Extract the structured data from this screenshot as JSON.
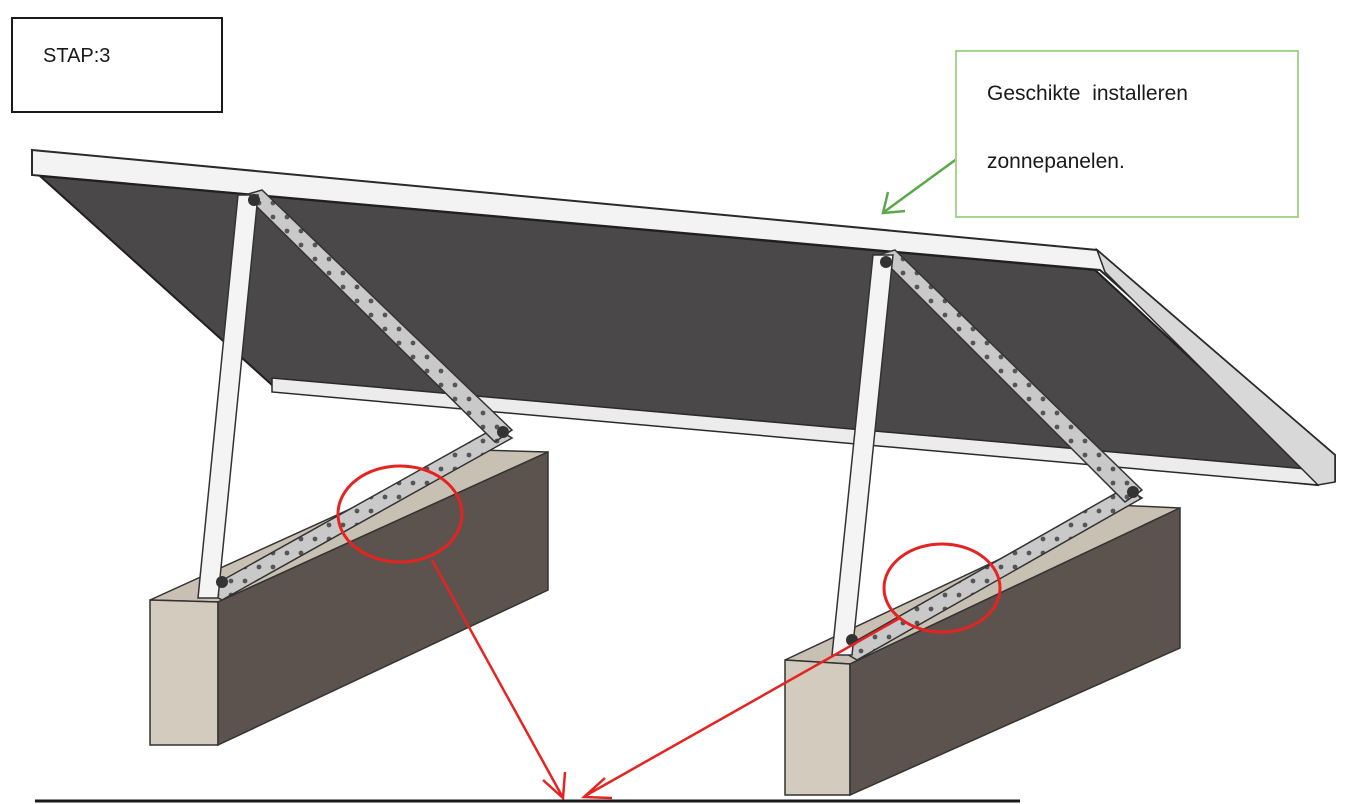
{
  "step": {
    "label": "STAP:3"
  },
  "callout": {
    "line1": "Geschikte installeren",
    "line2": "zonnepanelen."
  },
  "colors": {
    "panel": "#4a4848",
    "frame": "#f2f2f2",
    "concrete_front": "#cfc7b9",
    "concrete_top": "#c8c0b2",
    "concrete_side": "#5c534e",
    "highlight": "#e52421",
    "callout_border": "#a6d48c",
    "callout_arrow": "#5aa84a"
  }
}
